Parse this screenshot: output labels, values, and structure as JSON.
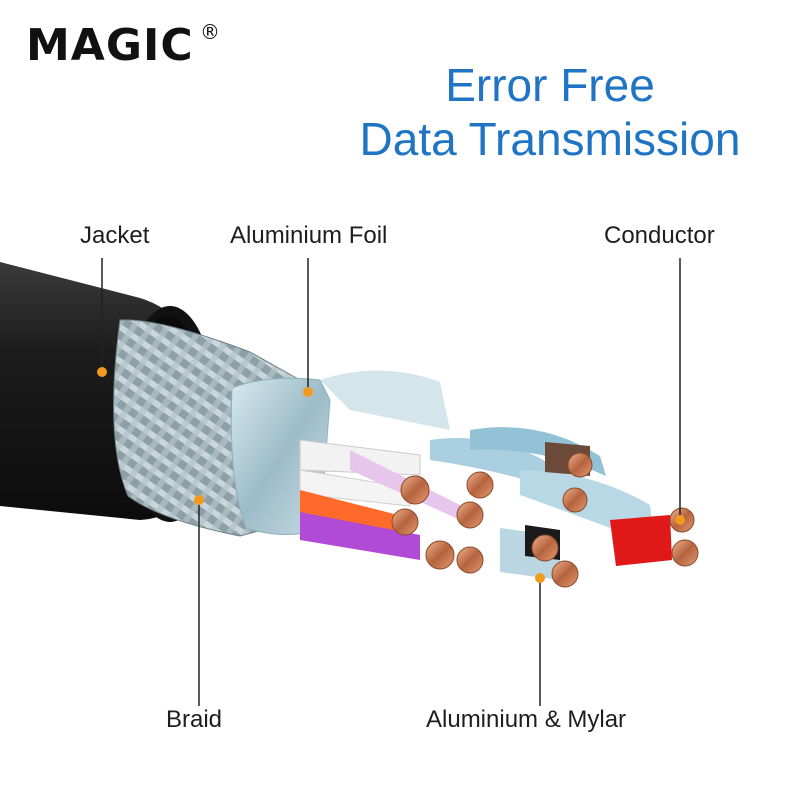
{
  "brand": {
    "logo_text": "MAGIC",
    "registered_mark": "®"
  },
  "headline": {
    "line1": "Error Free",
    "line2": "Data Transmission"
  },
  "colors": {
    "headline": "#1f74c4",
    "callout_dot": "#f29a1f",
    "jacket": "#1b1b1b",
    "foil": "#a9c8d4"
  },
  "labels": {
    "jacket": "Jacket",
    "aluminium_foil": "Aluminium Foil",
    "conductor": "Conductor",
    "braid": "Braid",
    "aluminium_mylar": "Aluminium & Mylar"
  }
}
